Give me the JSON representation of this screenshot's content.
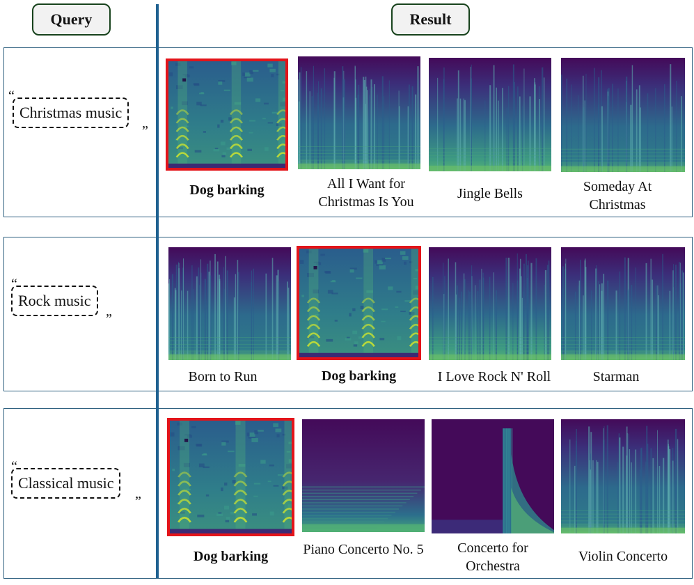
{
  "headers": {
    "query": "Query",
    "result": "Result"
  },
  "rows": [
    {
      "query_open": "“",
      "query_text": "Christmas music",
      "query_close": "”",
      "results": [
        {
          "label": "Dog barking",
          "highlighted": true,
          "spectrogram": "dog-barking"
        },
        {
          "label": "All I Want for Christmas Is You",
          "highlighted": false,
          "spectrogram": "pop-christmas"
        },
        {
          "label": "Jingle Bells",
          "highlighted": false,
          "spectrogram": "jingle"
        },
        {
          "label": "Someday At Christmas",
          "highlighted": false,
          "spectrogram": "soul-christmas"
        }
      ]
    },
    {
      "query_open": "“",
      "query_text": "Rock  music",
      "query_close": "”",
      "results": [
        {
          "label": "Born to Run",
          "highlighted": false,
          "spectrogram": "rock-dense"
        },
        {
          "label": "Dog barking",
          "highlighted": true,
          "spectrogram": "dog-barking"
        },
        {
          "label": "I Love Rock N' Roll",
          "highlighted": false,
          "spectrogram": "rock-bright"
        },
        {
          "label": "Starman",
          "highlighted": false,
          "spectrogram": "rock-soft"
        }
      ]
    },
    {
      "query_open": "“",
      "query_text": "Classical  music",
      "query_close": "”",
      "results": [
        {
          "label": "Dog barking",
          "highlighted": true,
          "spectrogram": "dog-barking"
        },
        {
          "label": "Piano Concerto No. 5",
          "highlighted": false,
          "spectrogram": "piano"
        },
        {
          "label": "Concerto for Orchestra",
          "highlighted": false,
          "spectrogram": "orchestra-onset"
        },
        {
          "label": "Violin Concerto",
          "highlighted": false,
          "spectrogram": "violin"
        }
      ]
    }
  ],
  "colors": {
    "header_border": "#17421c",
    "header_fill": "#f2f2f2",
    "divider": "#1f6190",
    "row_border": "#2d5f7f",
    "highlight_border": "#e3141a",
    "spec_dark": "#440a59",
    "spec_mid": "#2f6f8e",
    "spec_bright": "#c8e032"
  }
}
